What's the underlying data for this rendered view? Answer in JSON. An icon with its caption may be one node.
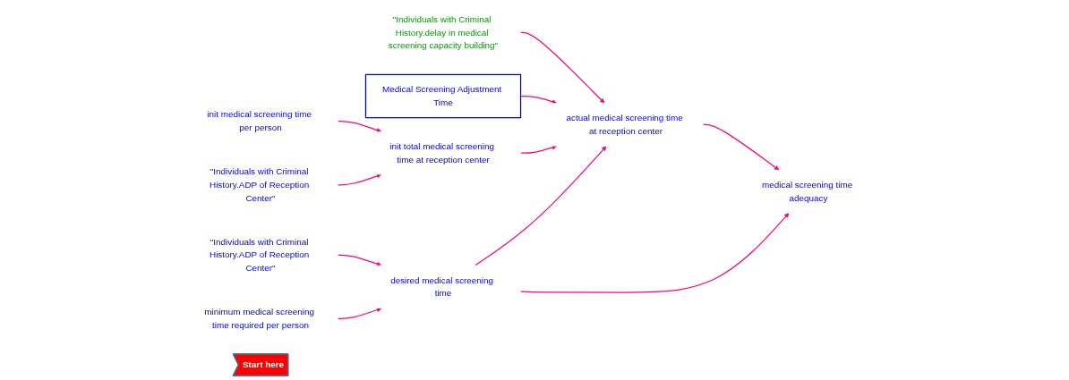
{
  "diagram": {
    "nodes": [
      {
        "text": [
          "\"Individuals with Criminal History.delay in medical screening capacity building\""
        ]
      },
      {
        "text": [
          "Medical Screening Adjustment Time"
        ]
      },
      {
        "text": [
          "medical screening time adequacy"
        ]
      },
      {
        "text": [
          "actual medical screening time at reception center"
        ]
      },
      {
        "text": [
          "desired medical screening time"
        ]
      },
      {
        "text": [
          "minimum medical screening time required per person"
        ]
      },
      {
        "text": [
          "\"Individuals with Criminal History.ADP of Reception Center\""
        ]
      },
      {
        "text": [
          "init total medical screening time at reception center"
        ]
      },
      {
        "text": [
          "\"Individuals with Criminal History.ADP of Reception Center\""
        ]
      },
      {
        "text": [
          "init medical screening time per person"
        ]
      },
      {
        "text": [
          "Start here"
        ]
      }
    ],
    "edges": [
      {
        "from": 1,
        "to": 3,
        "arrow": "to"
      },
      {
        "from": 0,
        "to": 3,
        "arrow": "to"
      },
      {
        "from": 3,
        "to": 2,
        "arrow": "to"
      },
      {
        "from": 4,
        "to": 2,
        "arrow": "to"
      },
      {
        "from": 4,
        "to": 3,
        "arrow": "to"
      },
      {
        "from": 5,
        "to": 4,
        "arrow": "to"
      },
      {
        "from": 8,
        "to": 4,
        "arrow": "to"
      },
      {
        "from": 7,
        "to": 3,
        "arrow": "to"
      },
      {
        "from": 6,
        "to": 7,
        "arrow": "to"
      },
      {
        "from": 9,
        "to": 7,
        "arrow": "to"
      }
    ]
  }
}
